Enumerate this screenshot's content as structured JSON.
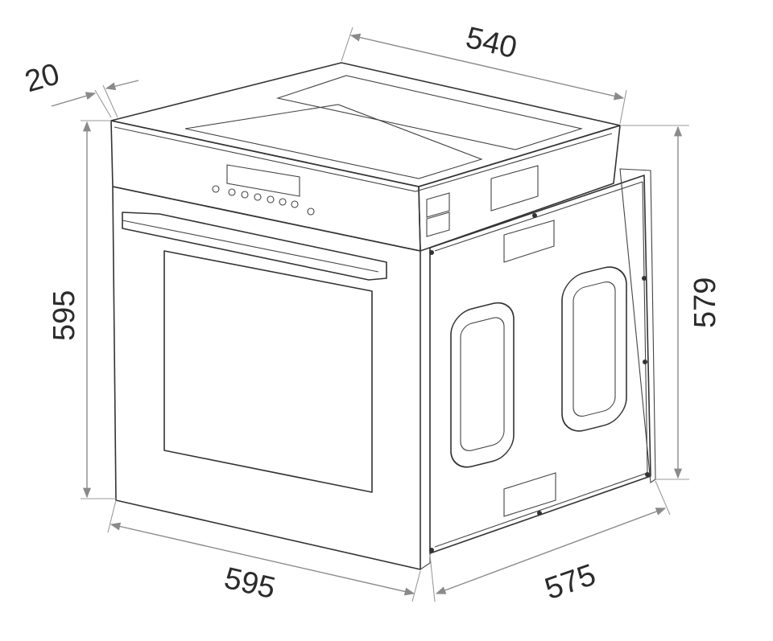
{
  "dimensions": {
    "frame_thickness": "20",
    "top_depth": "540",
    "height_front": "595",
    "height_body": "579",
    "width_front": "595",
    "depth_body": "575"
  },
  "colors": {
    "line": "#333333",
    "dimension": "#8a8a8a",
    "text": "#2b2b2b",
    "panel": "#ffffff"
  }
}
